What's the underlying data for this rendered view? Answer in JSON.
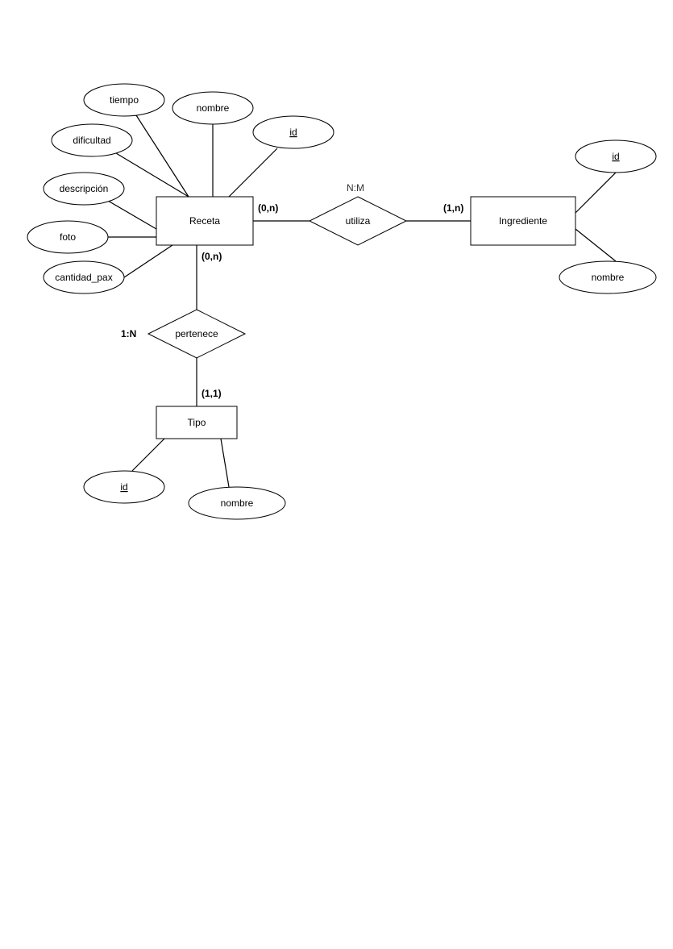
{
  "entities": {
    "receta": "Receta",
    "ingrediente": "Ingrediente",
    "tipo": "Tipo"
  },
  "relationships": {
    "utiliza": "utiliza",
    "pertenece": "pertenece"
  },
  "attributes": {
    "receta": {
      "tiempo": "tiempo",
      "nombre": "nombre",
      "id": "id",
      "dificultad": "dificultad",
      "descripcion": "descripción",
      "foto": "foto",
      "cantidad_pax": "cantidad_pax"
    },
    "ingrediente": {
      "id": "id",
      "nombre": "nombre"
    },
    "tipo": {
      "id": "id",
      "nombre": "nombre"
    }
  },
  "cardinalities": {
    "receta_utiliza": "(0,n)",
    "ingrediente_utiliza": "(1,n)",
    "receta_pertenece": "(0,n)",
    "tipo_pertenece": "(1,1)"
  },
  "ratios": {
    "utiliza": "N:M",
    "pertenece": "1:N"
  }
}
